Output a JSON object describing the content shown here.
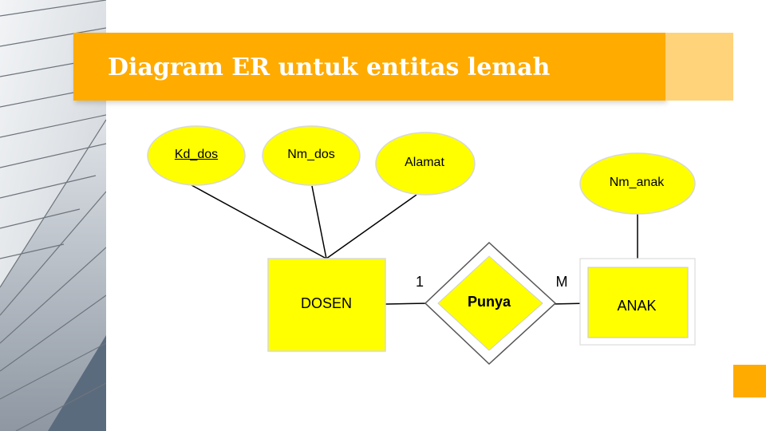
{
  "slide": {
    "title": "Diagram ER untuk entitas lemah"
  },
  "diagram": {
    "entities": {
      "dosen": "DOSEN",
      "anak": "ANAK"
    },
    "relationship": "Punya",
    "cardinality": {
      "left": "1",
      "right": "M"
    },
    "attributes": {
      "kd_dos": "Kd_dos",
      "nm_dos": "Nm_dos",
      "alamat": "Alamat",
      "nm_anak": "Nm_anak"
    }
  },
  "colors": {
    "accent": "#FFAB00",
    "accent_light": "#FFD37A",
    "shape_fill": "#FFFF00",
    "text": "#000000"
  }
}
